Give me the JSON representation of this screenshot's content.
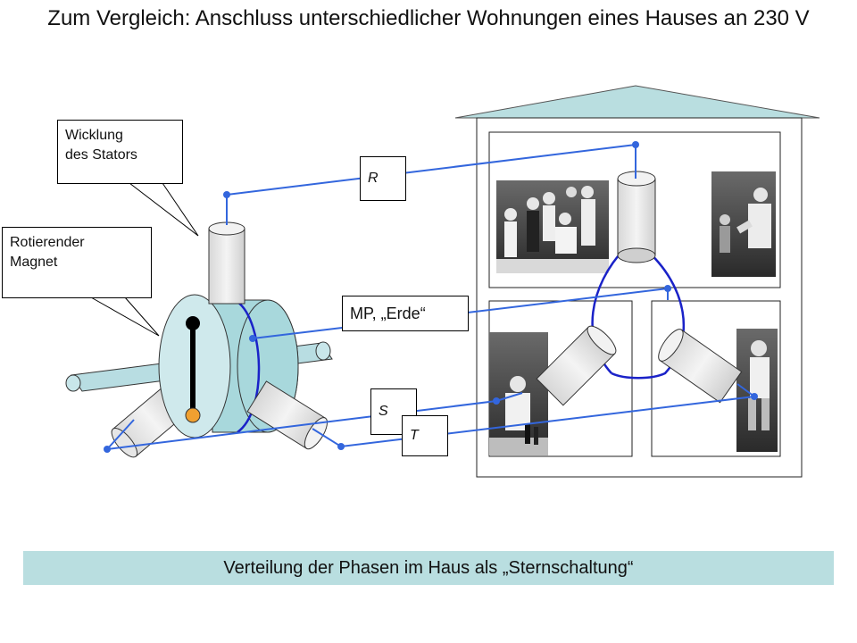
{
  "title": "Zum Vergleich: Anschluss unterschiedlicher Wohnungen eines Hauses an 230 V",
  "callouts": {
    "winding_line1": "Wicklung",
    "winding_line2": "des Stators",
    "magnet_line1": "Rotierender",
    "magnet_line2": "Magnet"
  },
  "labels": {
    "phase_r": "R",
    "phase_s": "S",
    "phase_t": "T",
    "neutral": "MP, „Erde“"
  },
  "caption": "Verteilung der Phasen im Haus als „Sternschaltung“",
  "colors": {
    "wire": "#3366dd",
    "stator": "#a8d8dc",
    "roof": "#b9dee0",
    "rotor_north": "#000000",
    "rotor_south": "#f0a030"
  }
}
